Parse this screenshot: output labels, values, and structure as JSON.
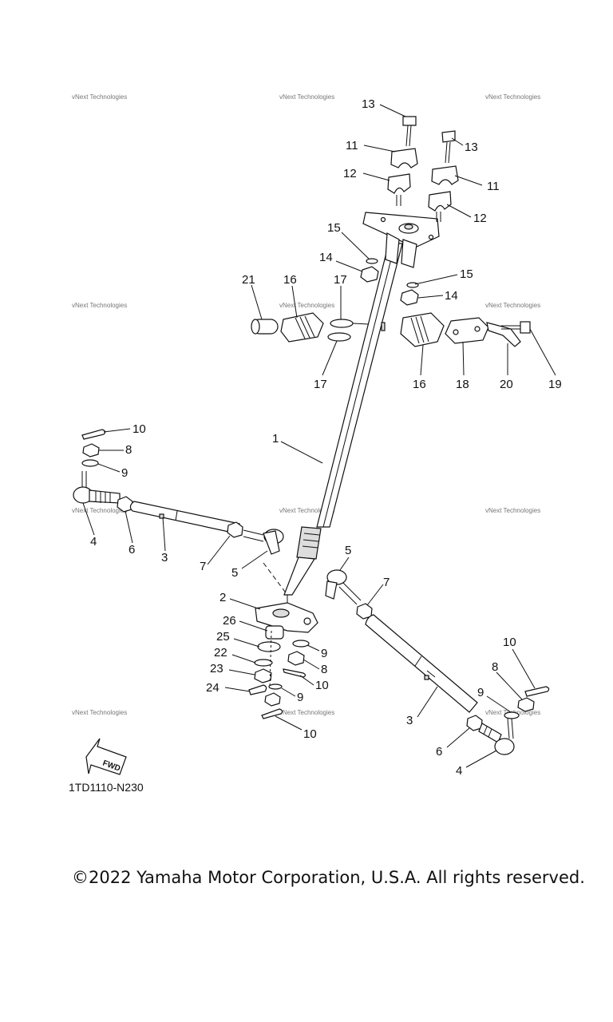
{
  "watermark_text": "vNext Technologies",
  "diagram_code": "1TD1110-N230",
  "fwd_label": "FWD",
  "copyright": "©2022 Yamaha Motor Corporation, U.S.A. All rights reserved.",
  "callouts": {
    "c1": "1",
    "c2": "2",
    "c3a": "3",
    "c3b": "3",
    "c4a": "4",
    "c4b": "4",
    "c5a": "5",
    "c5b": "5",
    "c6a": "6",
    "c6b": "6",
    "c7a": "7",
    "c7b": "7",
    "c8a": "8",
    "c8b": "8",
    "c8c": "8",
    "c9a": "9",
    "c9b": "9",
    "c9c": "9",
    "c9d": "9",
    "c10a": "10",
    "c10b": "10",
    "c10c": "10",
    "c10d": "10",
    "c11a": "11",
    "c11b": "11",
    "c12a": "12",
    "c12b": "12",
    "c13a": "13",
    "c13b": "13",
    "c14a": "14",
    "c14b": "14",
    "c15a": "15",
    "c15b": "15",
    "c16a": "16",
    "c16b": "16",
    "c17a": "17",
    "c17b": "17",
    "c18": "18",
    "c19": "19",
    "c20": "20",
    "c21": "21",
    "c22": "22",
    "c23": "23",
    "c24": "24",
    "c25": "25",
    "c26": "26"
  }
}
